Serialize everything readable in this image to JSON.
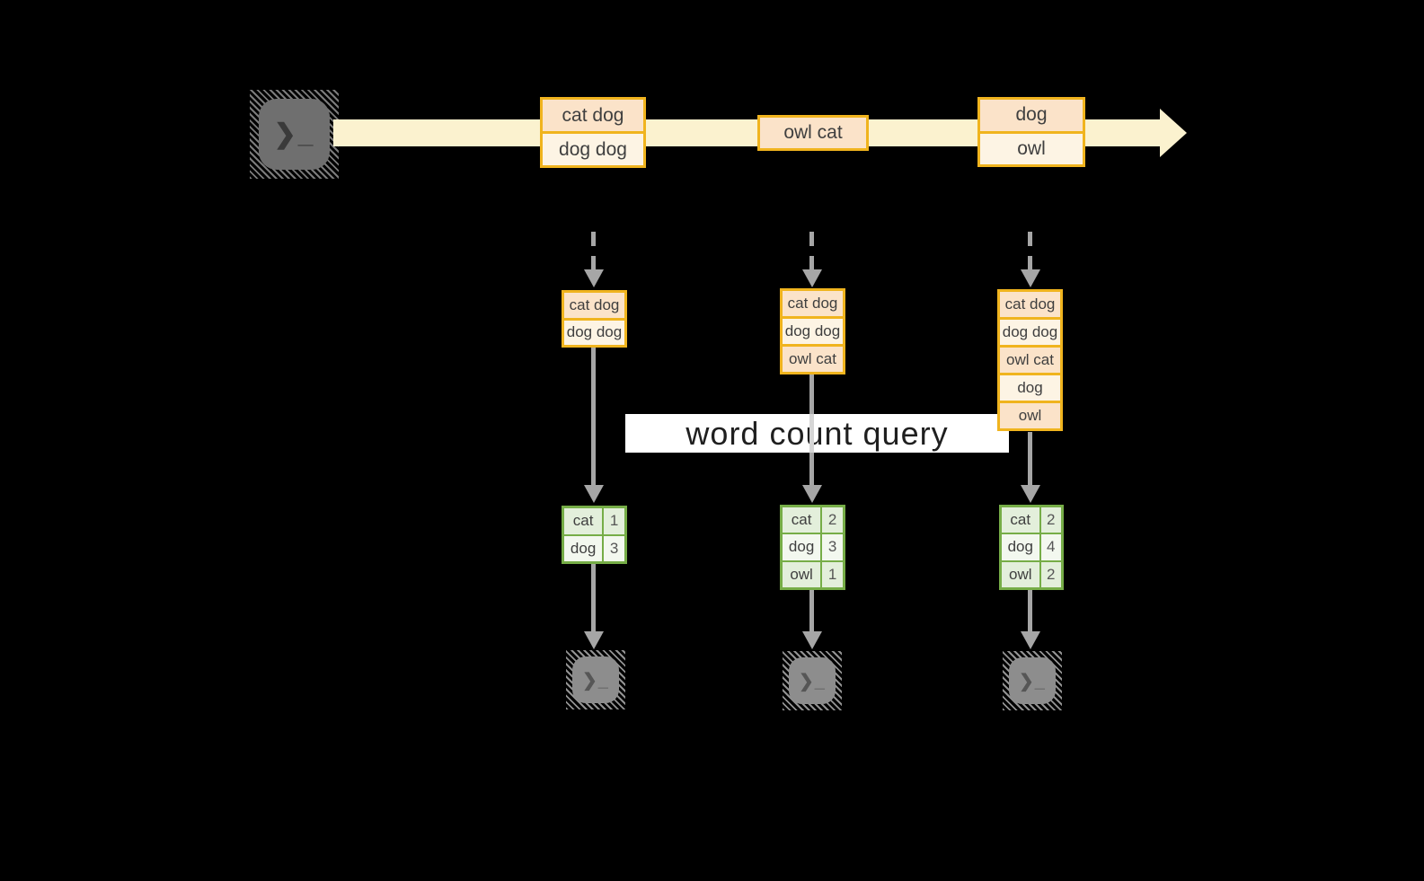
{
  "colors": {
    "bg": "#000000",
    "gold": "#F0B41E",
    "peach": "#FBE3C9",
    "cream": "#FDF4E4",
    "band": "#FBF2CF",
    "green": "#76AD47",
    "cellGreen": "#E3EFDB",
    "cellWhite": "#F3F8EF",
    "arrowGray": "#A6A6A6",
    "lineOverBox": "#D6D6D6",
    "textDark": "#3F3F3F",
    "labelText": "#1F1F1F",
    "termDark": "#6F6F6F",
    "termLight": "#8D8D8D",
    "termGlyphDark": "#3A3A3A",
    "termGlyphLight": "#565656"
  },
  "icons": {
    "terminal_glyph": "❯_"
  },
  "query_label": {
    "text": "word count query"
  },
  "timeline": {
    "messages": [
      {
        "lines": [
          "cat dog",
          "dog dog"
        ]
      },
      {
        "lines": [
          "owl cat"
        ]
      },
      {
        "lines": [
          "dog",
          "owl"
        ]
      }
    ]
  },
  "stacks": [
    {
      "rows": [
        "cat dog",
        "dog dog"
      ]
    },
    {
      "rows": [
        "cat dog",
        "dog dog",
        "owl cat"
      ]
    },
    {
      "rows": [
        "cat dog",
        "dog dog",
        "owl cat",
        "dog",
        "owl"
      ]
    }
  ],
  "result_tables": [
    {
      "rows": [
        [
          "cat",
          "1"
        ],
        [
          "dog",
          "3"
        ]
      ]
    },
    {
      "rows": [
        [
          "cat",
          "2"
        ],
        [
          "dog",
          "3"
        ],
        [
          "owl",
          "1"
        ]
      ]
    },
    {
      "rows": [
        [
          "cat",
          "2"
        ],
        [
          "dog",
          "4"
        ],
        [
          "owl",
          "2"
        ]
      ]
    }
  ]
}
